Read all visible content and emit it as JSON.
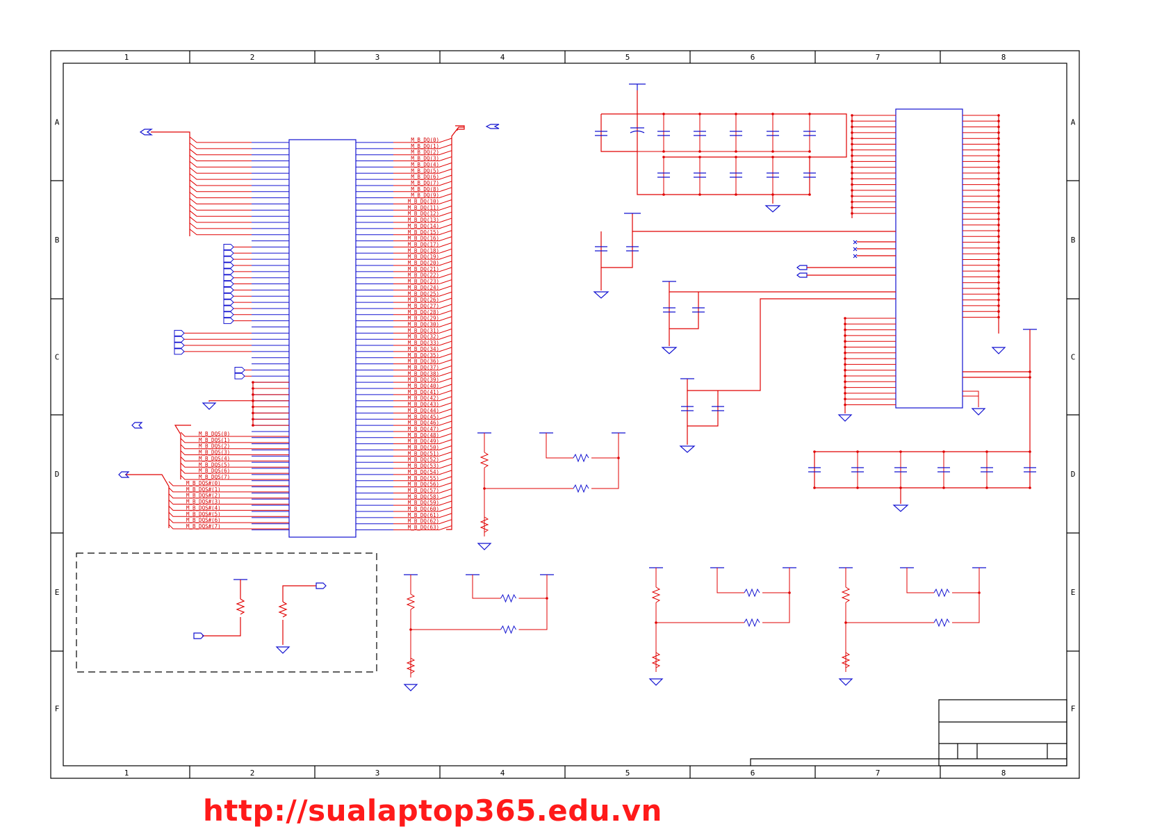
{
  "watermark": "http://sualaptop365.edu.vn",
  "zones": {
    "columns": [
      "1",
      "2",
      "3",
      "4",
      "5",
      "6",
      "7",
      "8"
    ],
    "rows": [
      "A",
      "B",
      "C",
      "D",
      "E",
      "F"
    ]
  },
  "nets": {
    "dq": [
      "M_B_DQ(0)",
      "M_B_DQ(1)",
      "M_B_DQ(2)",
      "M_B_DQ(3)",
      "M_B_DQ(4)",
      "M_B_DQ(5)",
      "M_B_DQ(6)",
      "M_B_DQ(7)",
      "M_B_DQ(8)",
      "M_B_DQ(9)",
      "M_B_DQ(10)",
      "M_B_DQ(11)",
      "M_B_DQ(12)",
      "M_B_DQ(13)",
      "M_B_DQ(14)",
      "M_B_DQ(15)",
      "M_B_DQ(16)",
      "M_B_DQ(17)",
      "M_B_DQ(18)",
      "M_B_DQ(19)",
      "M_B_DQ(20)",
      "M_B_DQ(21)",
      "M_B_DQ(22)",
      "M_B_DQ(23)",
      "M_B_DQ(24)",
      "M_B_DQ(25)",
      "M_B_DQ(26)",
      "M_B_DQ(27)",
      "M_B_DQ(28)",
      "M_B_DQ(29)",
      "M_B_DQ(30)",
      "M_B_DQ(31)",
      "M_B_DQ(32)",
      "M_B_DQ(33)",
      "M_B_DQ(34)",
      "M_B_DQ(35)",
      "M_B_DQ(36)",
      "M_B_DQ(37)",
      "M_B_DQ(38)",
      "M_B_DQ(39)",
      "M_B_DQ(40)",
      "M_B_DQ(41)",
      "M_B_DQ(42)",
      "M_B_DQ(43)",
      "M_B_DQ(44)",
      "M_B_DQ(45)",
      "M_B_DQ(46)",
      "M_B_DQ(47)",
      "M_B_DQ(48)",
      "M_B_DQ(49)",
      "M_B_DQ(50)",
      "M_B_DQ(51)",
      "M_B_DQ(52)",
      "M_B_DQ(53)",
      "M_B_DQ(54)",
      "M_B_DQ(55)",
      "M_B_DQ(56)",
      "M_B_DQ(57)",
      "M_B_DQ(58)",
      "M_B_DQ(59)",
      "M_B_DQ(60)",
      "M_B_DQ(61)",
      "M_B_DQ(62)",
      "M_B_DQ(63)"
    ],
    "dqs": [
      "M_B_DQS(0)",
      "M_B_DQS(1)",
      "M_B_DQS(2)",
      "M_B_DQS(3)",
      "M_B_DQS(4)",
      "M_B_DQS(5)",
      "M_B_DQS(6)",
      "M_B_DQS(7)"
    ],
    "dqs_n": [
      "M_B_DQS#(0)",
      "M_B_DQS#(1)",
      "M_B_DQS#(2)",
      "M_B_DQS#(3)",
      "M_B_DQS#(4)",
      "M_B_DQS#(5)",
      "M_B_DQS#(6)",
      "M_B_DQS#(7)"
    ]
  },
  "colors": {
    "wire": "#e00000",
    "component": "#1010d0",
    "frame": "#000000",
    "watermark": "#ff1a1a"
  }
}
